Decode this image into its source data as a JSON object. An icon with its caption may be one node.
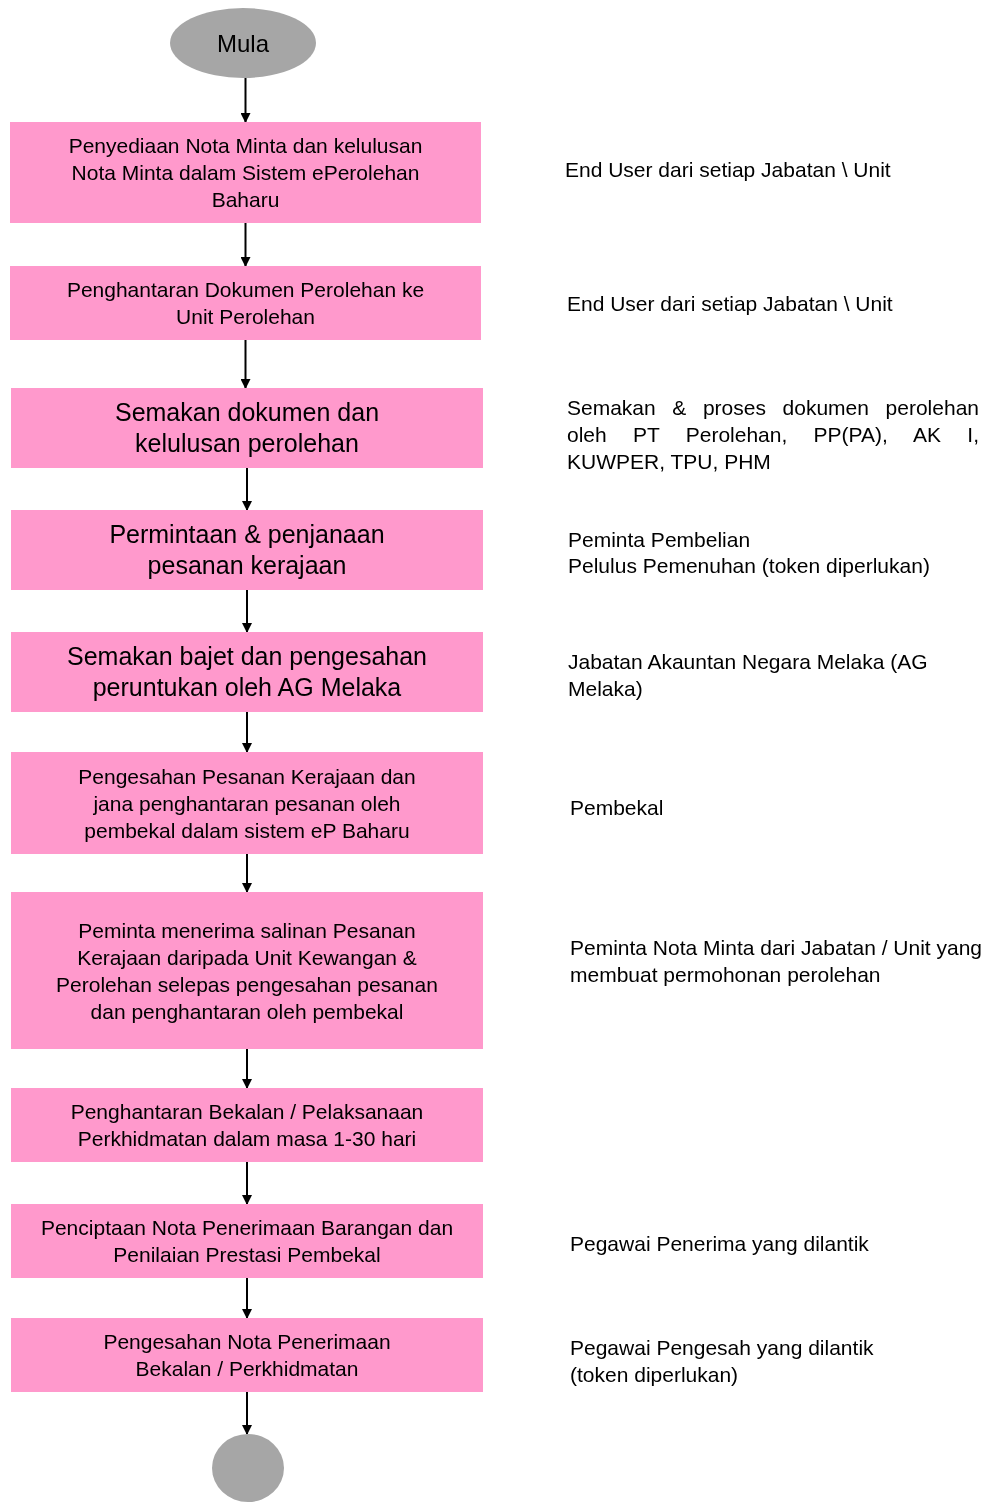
{
  "diagram": {
    "nodes": [
      {
        "text": [
          "Mula"
        ]
      },
      {
        "text": [
          "Penyediaan Nota Minta dan kelulusan Nota Minta dalam Sistem ePerolehan Baharu"
        ]
      },
      {
        "text": [
          "Penghantaran Dokumen Perolehan ke Unit Perolehan"
        ]
      },
      {
        "text": [
          "Semakan dokumen dan kelulusan perolehan"
        ]
      },
      {
        "text": [
          "Permintaan & penjanaan pesanan kerajaan"
        ]
      },
      {
        "text": [
          "Semakan bajet dan pengesahan peruntukan oleh AG Melaka"
        ]
      },
      {
        "text": [
          "Pengesahan Pesanan Kerajaan dan jana penghantaran pesanan oleh pembekal dalam sistem eP Baharu"
        ]
      },
      {
        "text": [
          "Peminta menerima salinan Pesanan Kerajaan daripada Unit Kewangan & Perolehan selepas pengesahan pesanan dan penghantaran oleh pembekal"
        ]
      },
      {
        "text": [
          "Penghantaran Bekalan / Pelaksanaan Perkhidmatan dalam masa 1-30 hari"
        ]
      },
      {
        "text": [
          "Penciptaan Nota Penerimaan Barangan dan Penilaian Prestasi Pembekal"
        ]
      },
      {
        "text": [
          "Pengesahan Nota Penerimaan Bekalan / Perkhidmatan"
        ]
      },
      {
        "text": [],
        "shape": "circle"
      }
    ],
    "edges": [
      {
        "from": 0,
        "to": 1,
        "arrow": "to"
      },
      {
        "from": 1,
        "to": 2,
        "arrow": "to"
      },
      {
        "from": 2,
        "to": 3,
        "arrow": "to"
      },
      {
        "from": 3,
        "to": 4,
        "arrow": "to"
      },
      {
        "from": 4,
        "to": 5,
        "arrow": "to"
      },
      {
        "from": 5,
        "to": 6,
        "arrow": "to"
      },
      {
        "from": 6,
        "to": 7,
        "arrow": "to"
      },
      {
        "from": 7,
        "to": 8,
        "arrow": "to"
      },
      {
        "from": 8,
        "to": 9,
        "arrow": "to"
      },
      {
        "from": 9,
        "to": 10,
        "arrow": "to"
      },
      {
        "from": 10,
        "to": 11,
        "arrow": "to"
      }
    ],
    "labels": [
      "End User dari setiap Jabatan \\ Unit",
      "End User dari setiap Jabatan \\ Unit",
      "Semakan & proses dokumen perolehan oleh PT Perolehan, PP(PA), AK I, KUWPER, TPU, PHM",
      "Peminta Pembelian",
      "Pelulus Pemenuhan (token diperlukan)",
      "Jabatan Akauntan Negara Melaka (AG Melaka)",
      "Pembekal",
      "Peminta Nota Minta dari Jabatan / Unit yang membuat permohonan perolehan",
      "Pegawai Penerima yang dilantik",
      "Pegawai Pengesah yang dilantik (token diperlukan)"
    ]
  }
}
